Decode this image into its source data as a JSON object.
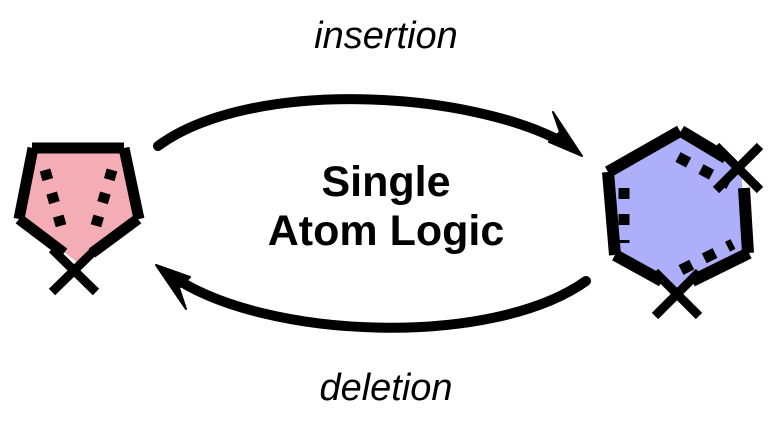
{
  "diagram": {
    "title": "Single Atom Logic",
    "title_lines": [
      "Single",
      "Atom Logic"
    ],
    "background_color": "#ffffff",
    "stroke_color": "#000000"
  },
  "arrows": {
    "top": {
      "label": "insertion",
      "direction": "left-to-right",
      "from": "pentagon",
      "to": "hexagon"
    },
    "bottom": {
      "label": "deletion",
      "direction": "right-to-left",
      "from": "hexagon",
      "to": "pentagon"
    }
  },
  "left_structure": {
    "name": "pentagon-ring",
    "ring_size": 5,
    "fill_color": "#f4adb4",
    "outline_color": "#000000",
    "heteroatom_labels": [
      "X"
    ],
    "dashed_bonds": 2
  },
  "right_structure": {
    "name": "hexagon-ring",
    "ring_size": 6,
    "fill_color": "#adaffa",
    "outline_color": "#000000",
    "heteroatom_labels": [
      "X",
      "X"
    ],
    "dashed_bonds": 3
  },
  "glyphs": {
    "heteroatom": "X"
  }
}
